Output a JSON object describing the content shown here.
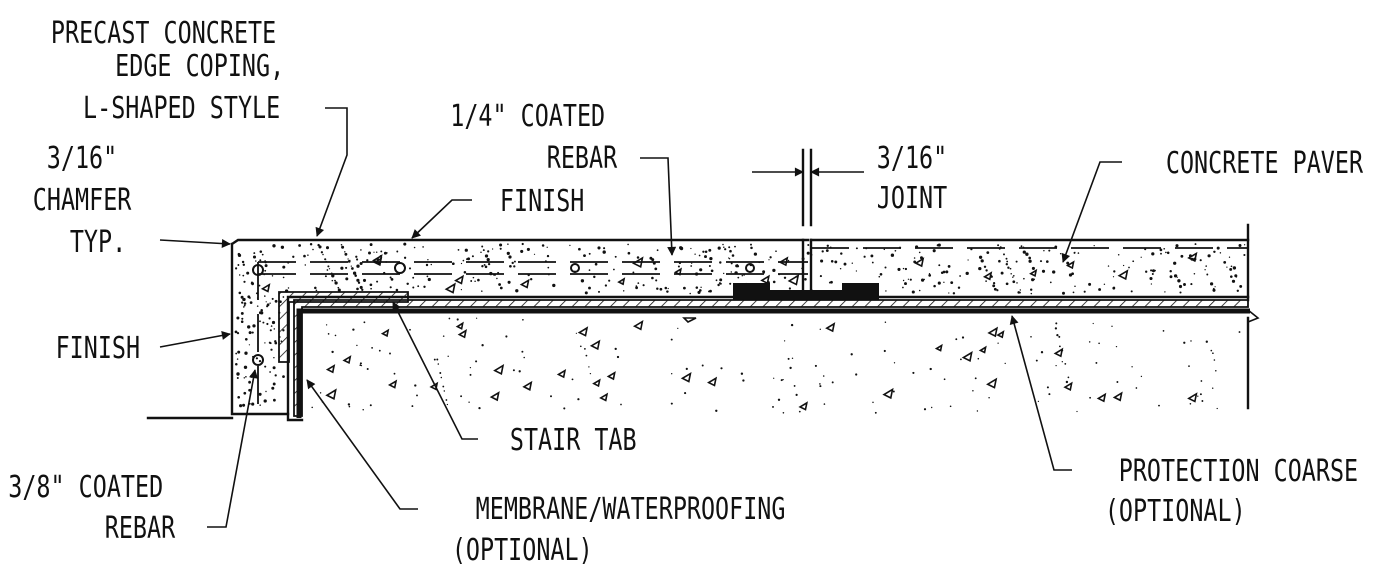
{
  "labels": {
    "coping": [
      "PRECAST CONCRETE",
      "EDGE COPING,",
      "L-SHAPED STYLE"
    ],
    "chamfer": [
      "3/16\"",
      "CHAMFER",
      "TYP."
    ],
    "finish_top": "FINISH",
    "finish_side": "FINISH",
    "rebar_top": [
      "1/4\" COATED",
      "REBAR"
    ],
    "joint": [
      "3/16\"",
      "JOINT"
    ],
    "paver": "CONCRETE PAVER",
    "stair_tab": "STAIR TAB",
    "protection": [
      "PROTECTION COARSE",
      "(OPTIONAL)"
    ],
    "membrane": [
      "MEMBRANE/WATERPROOFING",
      "(OPTIONAL)"
    ],
    "rebar_bottom": [
      "3/8\" COATED",
      "REBAR"
    ]
  }
}
